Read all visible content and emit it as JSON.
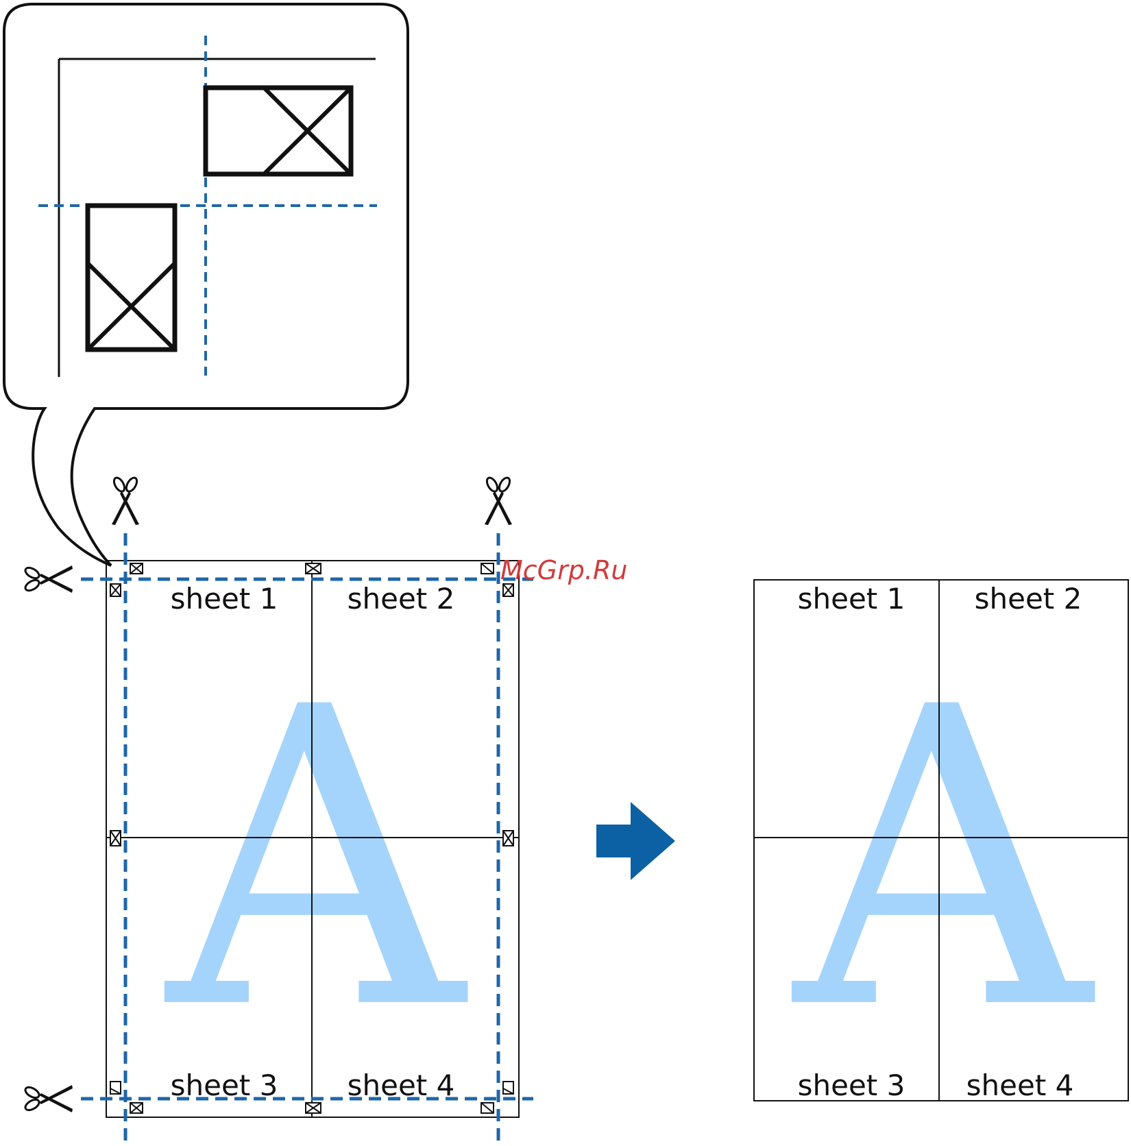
{
  "colors": {
    "line": "#111111",
    "cut_line": "#1f66a8",
    "arrow": "#0b61a4",
    "watermark": "#a4d4fb",
    "brand": "#d23a3a"
  },
  "watermark_letter": "A",
  "brand_text": "McGrp.Ru",
  "before": {
    "sheets": [
      "sheet 1",
      "sheet 2",
      "sheet 3",
      "sheet 4"
    ]
  },
  "after": {
    "sheets": [
      "sheet 1",
      "sheet 2",
      "sheet 3",
      "sheet 4"
    ]
  },
  "icons": {
    "scissors": "scissors-icon",
    "arrow": "arrow-right-icon",
    "crop_mark": "crop-mark-icon",
    "callout": "speech-bubble"
  }
}
